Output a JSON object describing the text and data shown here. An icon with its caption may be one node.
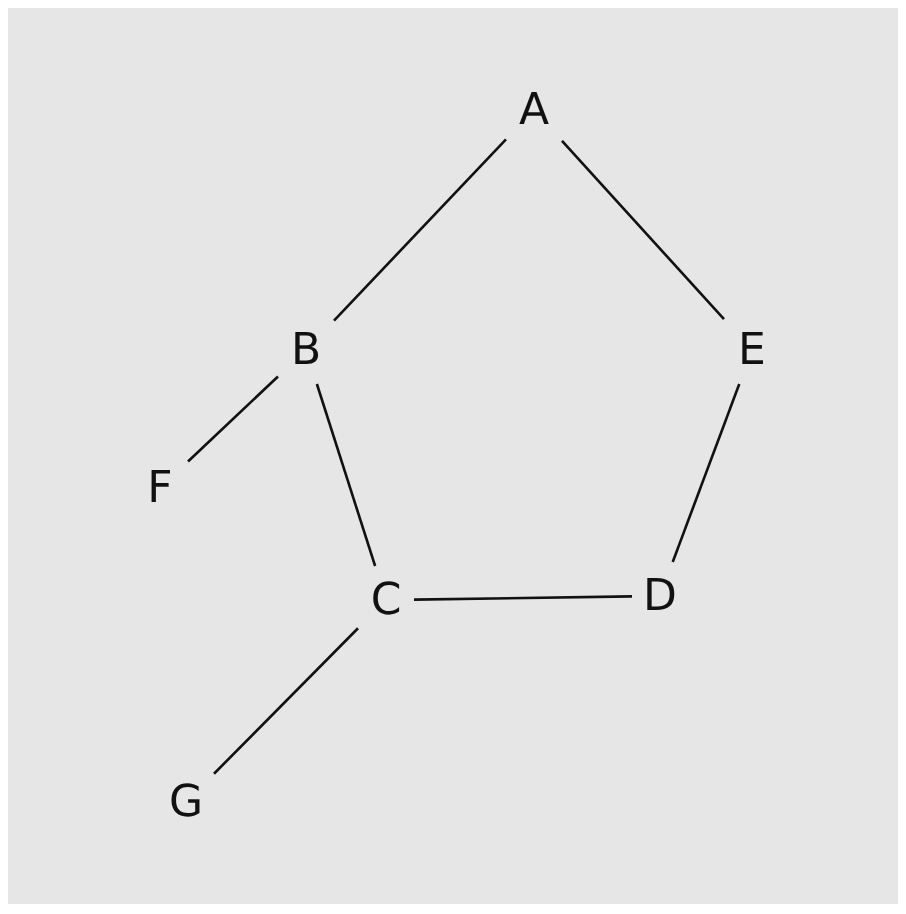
{
  "diagram": {
    "nodes": [
      {
        "text": [
          "A"
        ]
      },
      {
        "text": [
          "B"
        ]
      },
      {
        "text": [
          "E"
        ]
      },
      {
        "text": [
          "F"
        ]
      },
      {
        "text": [
          "C"
        ]
      },
      {
        "text": [
          "D"
        ]
      },
      {
        "text": [
          "G"
        ]
      }
    ],
    "edges": [
      {
        "from": 0,
        "to": 1,
        "arrow": "none"
      },
      {
        "from": 0,
        "to": 2,
        "arrow": "none"
      },
      {
        "from": 1,
        "to": 3,
        "arrow": "none"
      },
      {
        "from": 1,
        "to": 4,
        "arrow": "none"
      },
      {
        "from": 4,
        "to": 5,
        "arrow": "none"
      },
      {
        "from": 5,
        "to": 2,
        "arrow": "none"
      },
      {
        "from": 4,
        "to": 6,
        "arrow": "none"
      }
    ]
  }
}
